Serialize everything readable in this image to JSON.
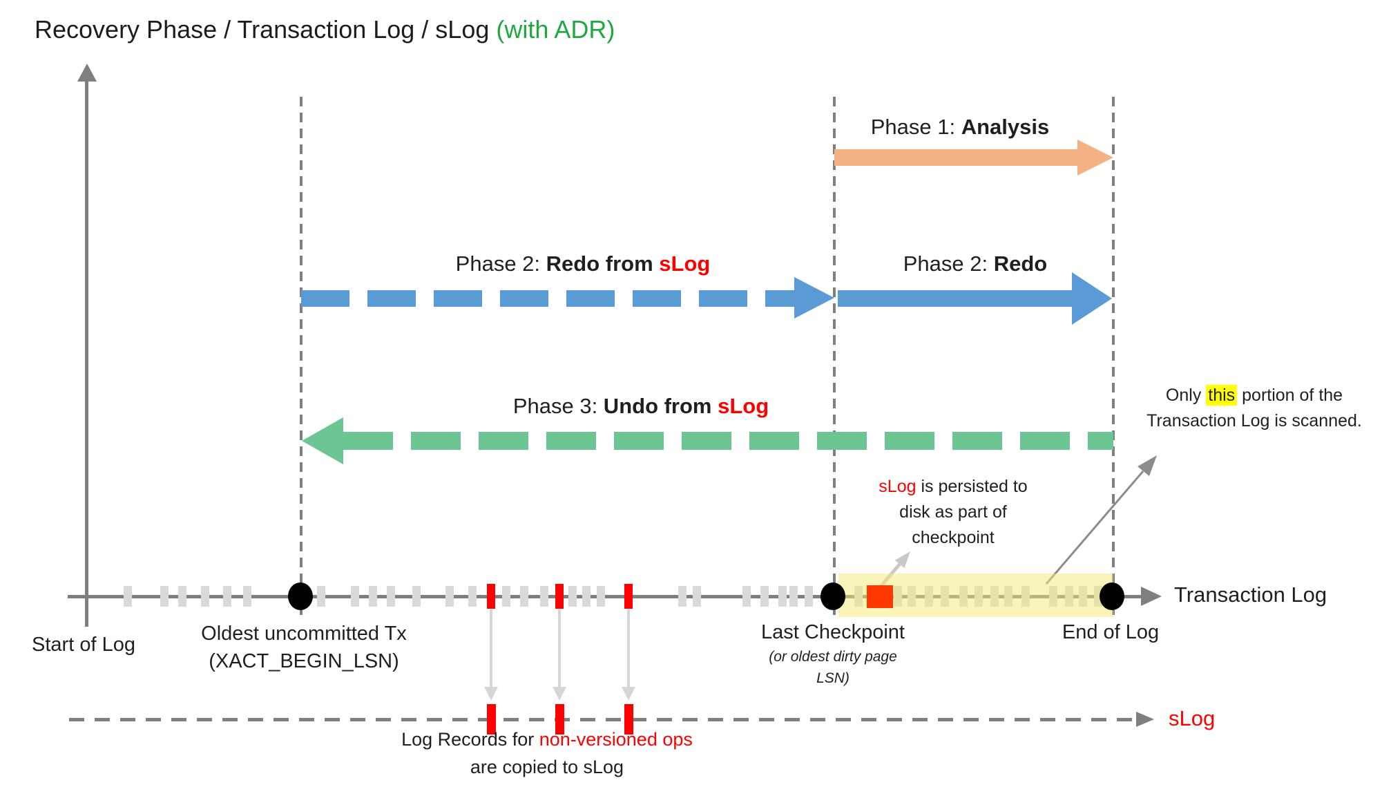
{
  "title": {
    "black": "Recovery Phase / Transaction Log / sLog ",
    "green": "(with ADR)"
  },
  "phase_labels": {
    "phase1": {
      "prefix": "Phase 1: ",
      "bold": "Analysis"
    },
    "phase2_slog": {
      "prefix": "Phase 2: ",
      "bold": "Redo from ",
      "red": "sLog"
    },
    "phase2": {
      "prefix": "Phase 2: ",
      "bold": "Redo"
    },
    "phase3": {
      "prefix": "Phase 3: ",
      "bold": "Undo from ",
      "red": "sLog"
    }
  },
  "log_axis": {
    "start_label": "Start of Log",
    "axis_label": "Transaction Log"
  },
  "slog_axis": {
    "label": "sLog"
  },
  "markers": {
    "oldest": {
      "line1": "Oldest uncommitted Tx",
      "line2": "(XACT_BEGIN_LSN)"
    },
    "checkpoint": {
      "line1": "Last Checkpoint",
      "line2": "(or oldest dirty page",
      "line3": "LSN)"
    },
    "end": {
      "line1": "End of Log"
    }
  },
  "annotations": {
    "persisted": {
      "red": "sLog",
      "line1_rest": " is persisted to",
      "line2": "disk as part of",
      "line3": "checkpoint"
    },
    "scanned": {
      "line1_pre": "Only ",
      "line1_highlight": "this",
      "line1_post": " portion of the",
      "line2": "Transaction Log is scanned."
    },
    "copied": {
      "line1_pre": "Log Records for ",
      "line1_red": "non-versioned ops",
      "line2": "are copied to sLog"
    }
  },
  "colors": {
    "title_green": "#1FA83F",
    "phase1_orange": "#F4B183",
    "phase2_blue": "#5B9BD5",
    "phase3_green": "#6CC693",
    "red": "#FF0000",
    "checkpoint_square": "#FF3800",
    "axis_gray": "#7F7F7F",
    "tick_gray": "#D9D9D9",
    "drop_gray": "#D6D6D6",
    "highlight_yellow": "#FFFF00",
    "scanned_band": "rgba(242,233,118,0.5)"
  },
  "log_marks": {
    "gray_ticks_x": [
      185,
      238,
      264,
      297,
      329,
      358,
      465,
      514,
      540,
      566,
      603,
      651,
      684,
      733,
      759,
      788,
      829,
      849,
      870,
      988,
      1009,
      1081,
      1107,
      1133,
      1149,
      1171,
      1243,
      1300,
      1320,
      1345,
      1368,
      1395,
      1417,
      1440,
      1460,
      1485,
      1525,
      1548,
      1568,
      1590
    ],
    "red_ticks_x": [
      711,
      810,
      910
    ],
    "dot_x": [
      435,
      1206,
      1610
    ],
    "slog_red_ticks_x": [
      711,
      810,
      910
    ]
  }
}
